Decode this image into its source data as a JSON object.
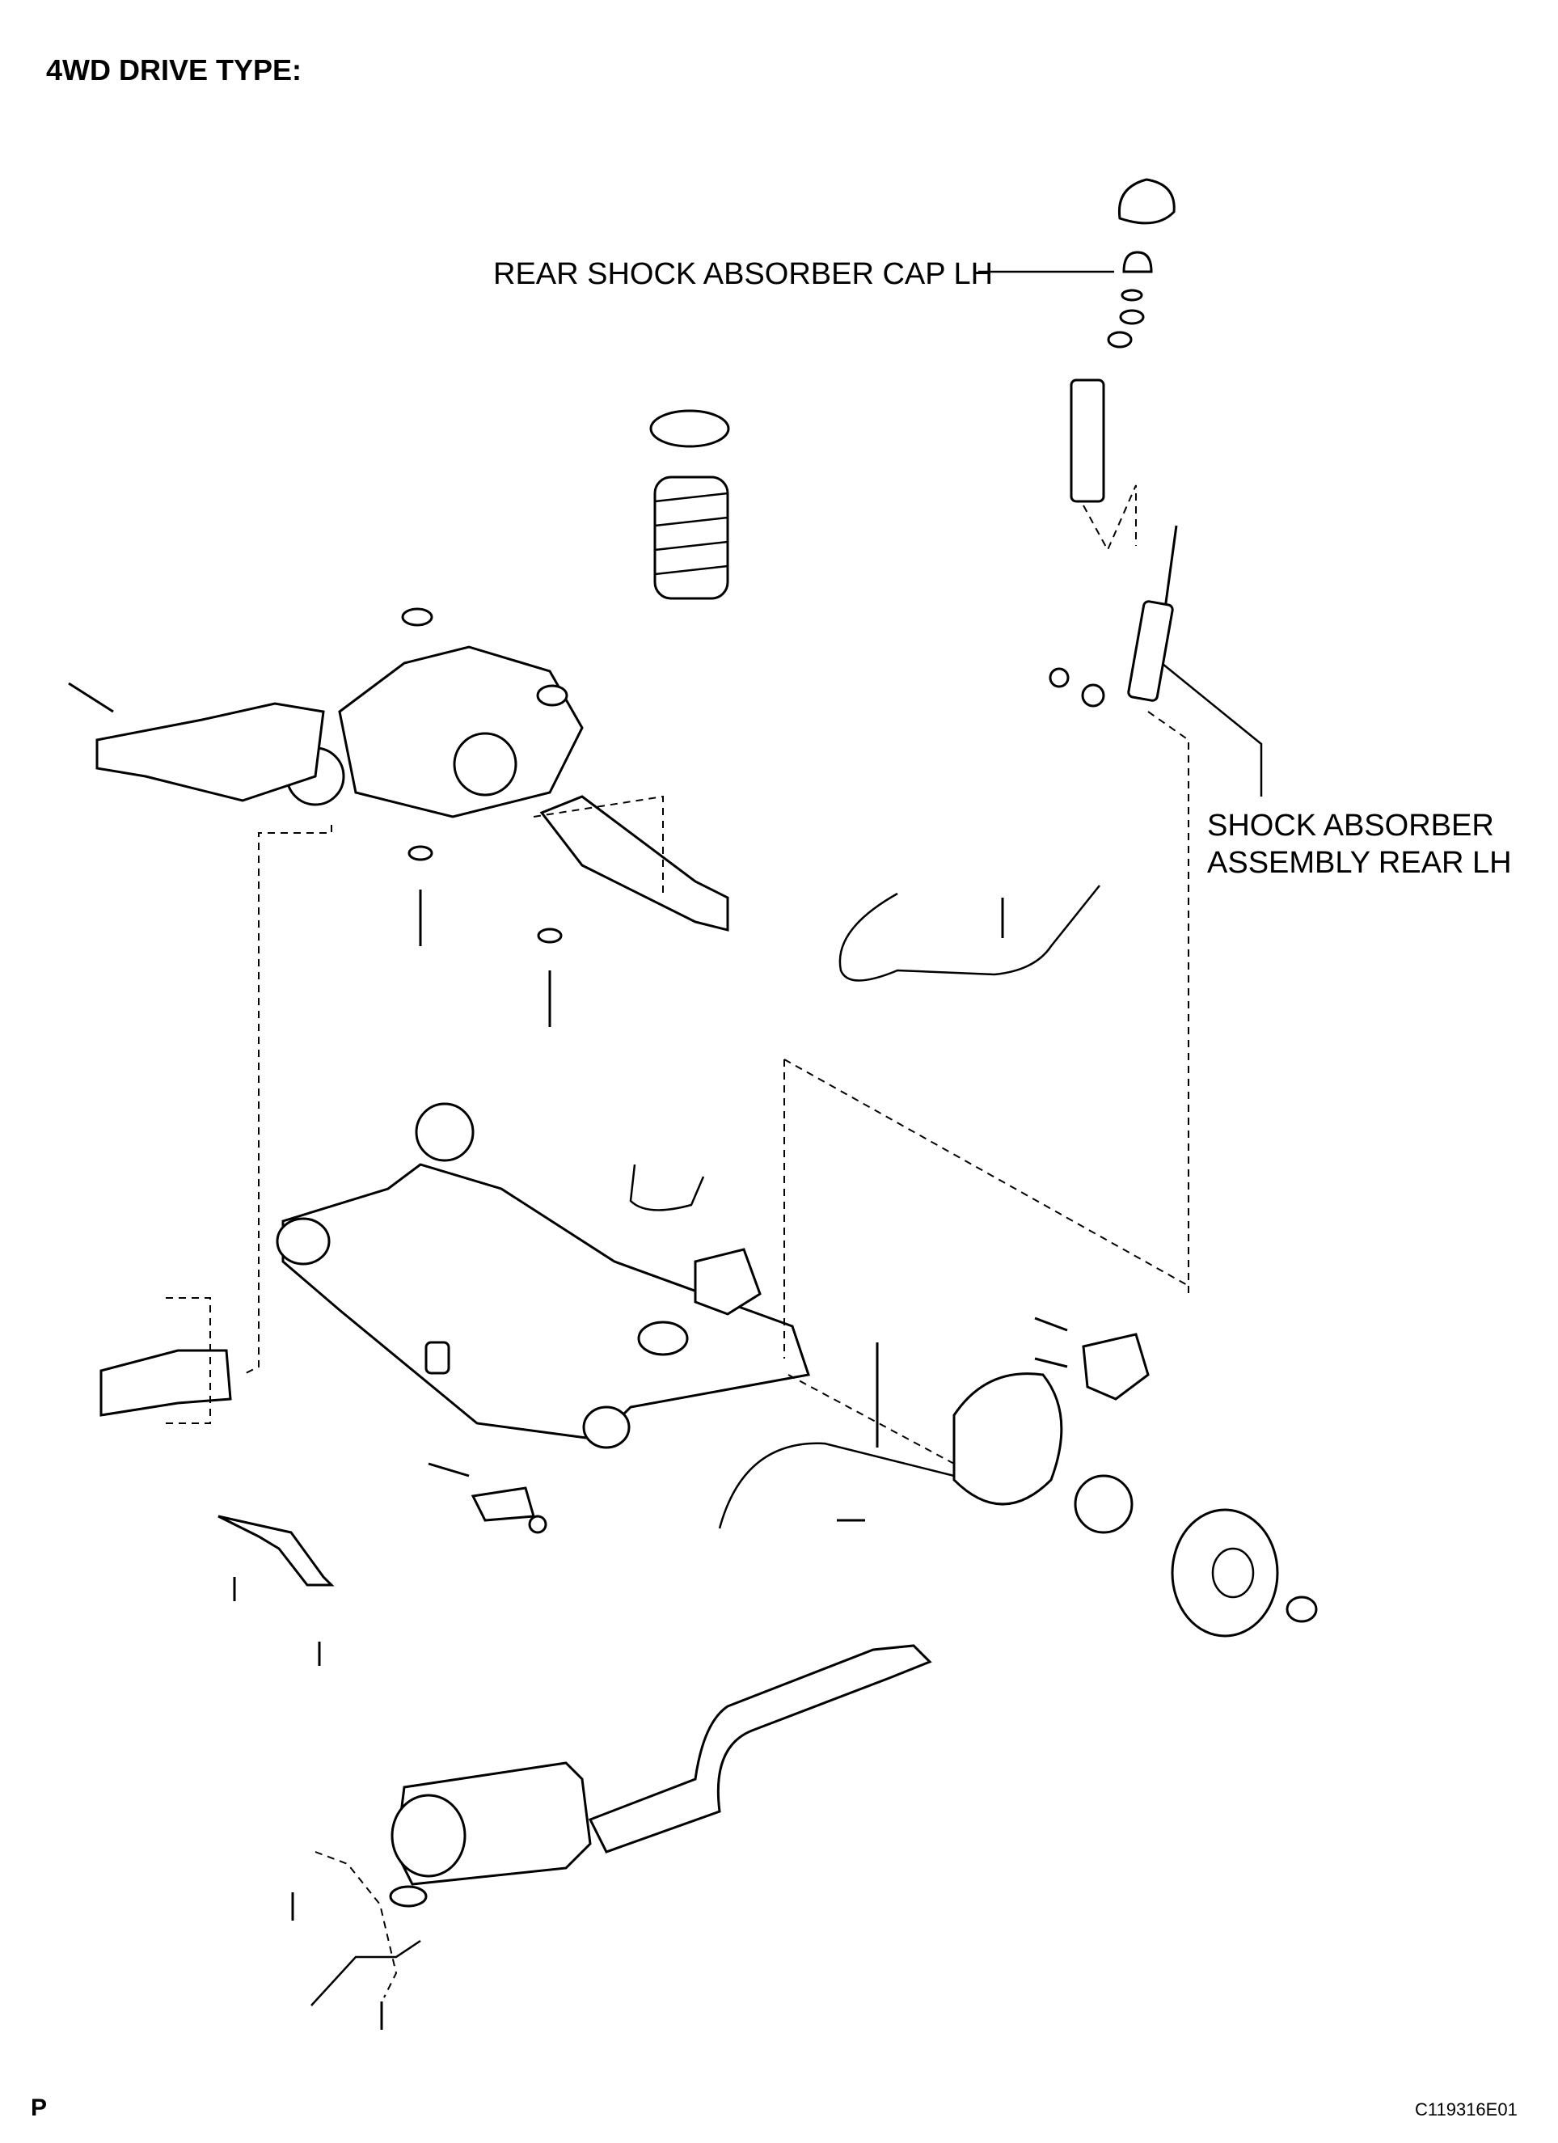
{
  "header": {
    "title": "4WD DRIVE TYPE:"
  },
  "callouts": {
    "cap": "REAR SHOCK ABSORBER CAP LH",
    "shock_line1": "SHOCK ABSORBER",
    "shock_line2": "ASSEMBLY REAR LH"
  },
  "footer": {
    "page_mark": "P",
    "drawing_code": "C119316E01"
  }
}
